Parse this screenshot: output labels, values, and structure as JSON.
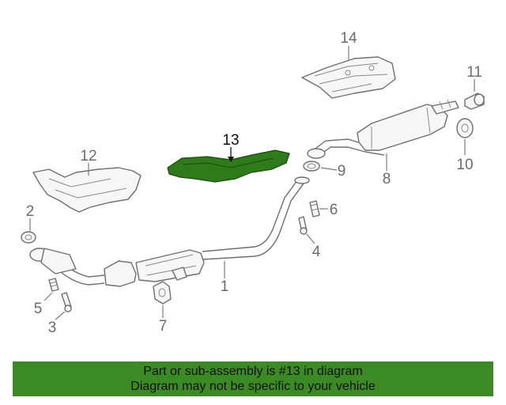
{
  "callouts": {
    "c1": "1",
    "c2": "2",
    "c3": "3",
    "c4": "4",
    "c5": "5",
    "c6": "6",
    "c7": "7",
    "c8": "8",
    "c9": "9",
    "c10": "10",
    "c11": "11",
    "c12": "12",
    "c13": "13",
    "c14": "14"
  },
  "highlighted_part": "13",
  "colors": {
    "highlight": "#2f7a1a",
    "footer": "#3c8a26"
  },
  "footer": {
    "line1": "Part or sub-assembly is #13 in diagram",
    "line2": "Diagram may not be specific to your vehicle"
  }
}
